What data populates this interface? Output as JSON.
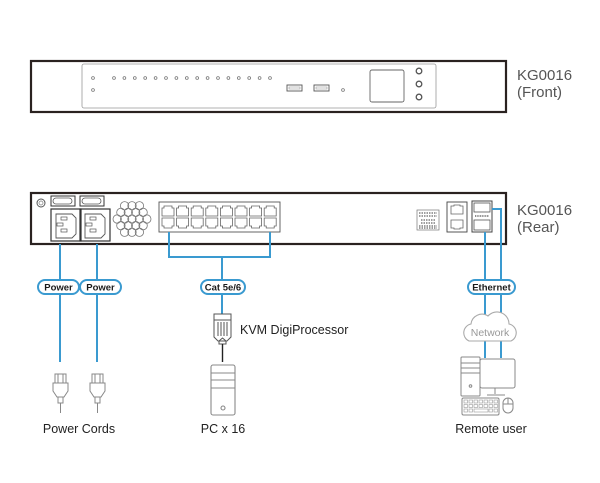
{
  "diagram": {
    "type": "kvm-connection-diagram",
    "colors": {
      "chassis": "#2a2220",
      "outline": "#888888",
      "cable": "#3a9ad0",
      "pill_border": "#3a9ad0",
      "device_gray": "#8a8a8a"
    },
    "front_unit": {
      "model": "KG0016",
      "view": "(Front)",
      "led_count": 16,
      "usb_ports": 2
    },
    "rear_unit": {
      "model": "KG0016",
      "view": "(Rear)",
      "kvm_ports": 16
    },
    "connections": {
      "power_label_1": "Power",
      "power_label_2": "Power",
      "cat_label": "Cat 5e/6",
      "ethernet_label": "Ethernet"
    },
    "devices": {
      "power_cords": "Power Cords",
      "kvm_adapter": "KVM DigiProcessor",
      "pc": "PC x 16",
      "network": "Network",
      "remote_user": "Remote user"
    },
    "icons": {
      "front_panel": "kvm-front-panel-icon",
      "rear_panel": "kvm-rear-panel-icon",
      "power_socket": "ac-power-socket-icon",
      "fan": "fan-vent-icon",
      "rj45": "rj45-port-icon",
      "power_plug": "power-plug-icon",
      "adapter": "kvm-adapter-icon",
      "pc_tower": "pc-tower-icon",
      "cloud": "cloud-icon",
      "workstation": "workstation-icon"
    }
  }
}
